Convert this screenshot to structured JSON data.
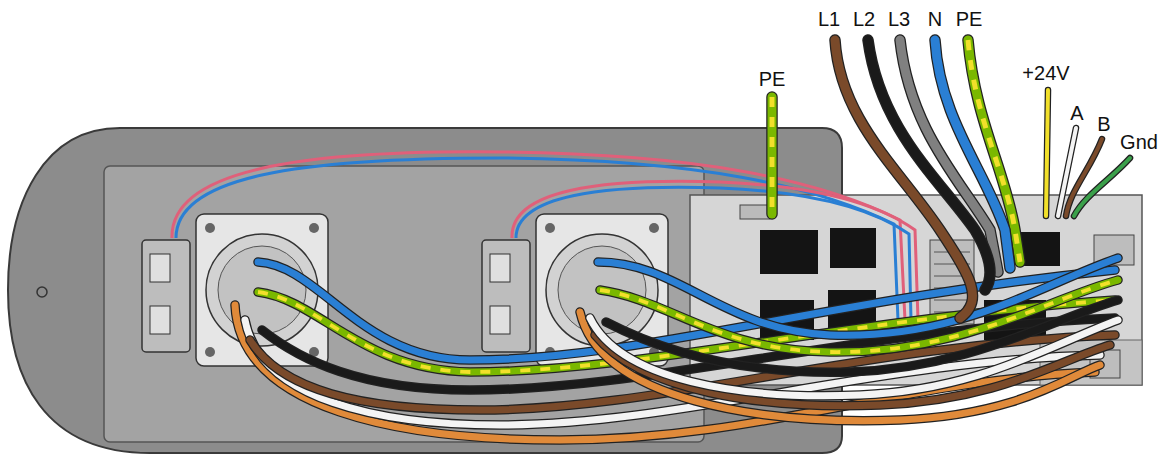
{
  "diagram": {
    "labels": [
      "PE",
      "L1",
      "L2",
      "L3",
      "N",
      "PE",
      "+24V",
      "A",
      "B",
      "Gnd"
    ]
  }
}
